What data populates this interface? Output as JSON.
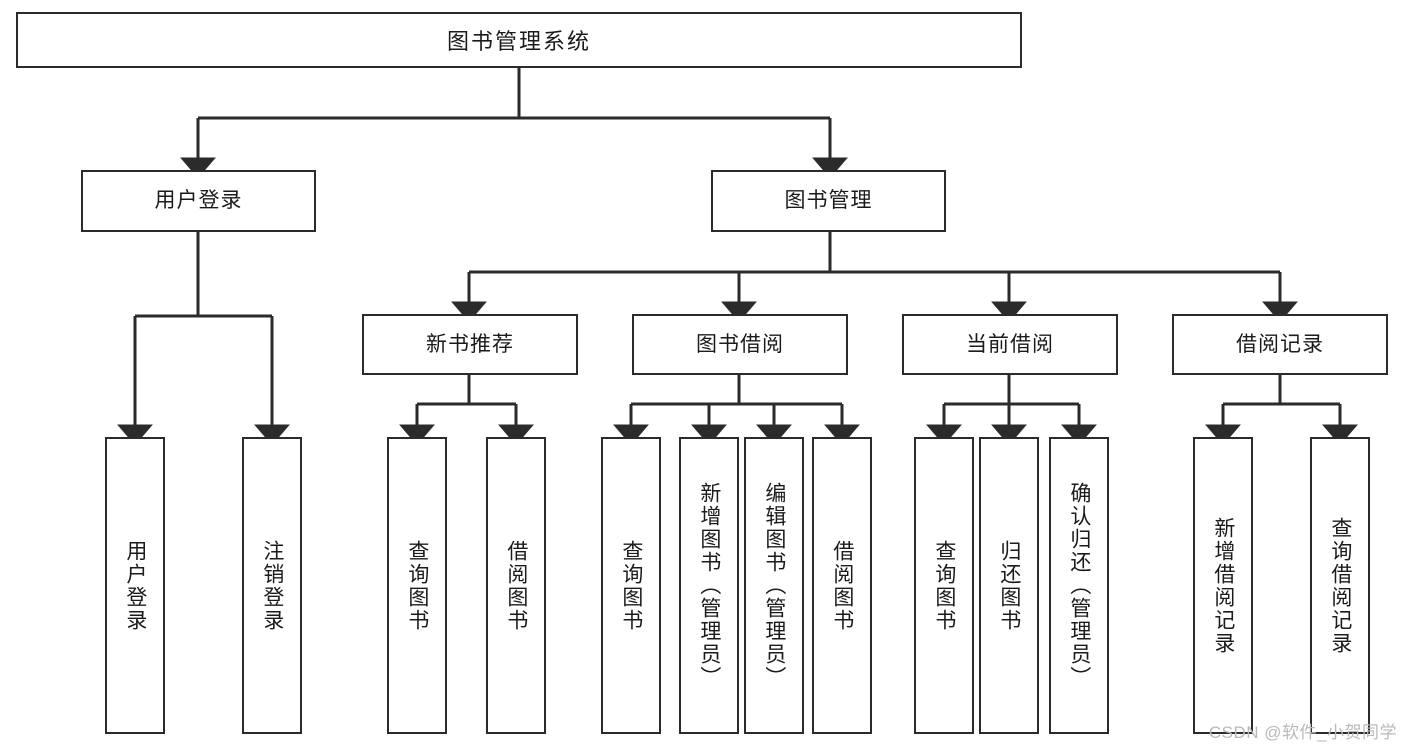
{
  "diagram": {
    "type": "tree-hierarchy",
    "title": "图书管理系统",
    "watermark": "CSDN @软件_小贺同学",
    "colors": {
      "box_border": "#2b2b2b",
      "box_fill": "#ffffff",
      "connector": "#2b2b2b",
      "text": "#1b1b1b",
      "watermark": "#b9b9b9"
    },
    "root": {
      "label": "图书管理系统"
    },
    "level1": [
      {
        "label": "用户登录"
      },
      {
        "label": "图书管理"
      }
    ],
    "level2": [
      {
        "label": "新书推荐"
      },
      {
        "label": "图书借阅"
      },
      {
        "label": "当前借阅"
      },
      {
        "label": "借阅记录"
      }
    ],
    "leaves": {
      "user_login": [
        {
          "label": "用户登录"
        },
        {
          "label": "注销登录"
        }
      ],
      "new_book": [
        {
          "label": "查询图书"
        },
        {
          "label": "借阅图书"
        }
      ],
      "book_borrow": [
        {
          "label": "查询图书"
        },
        {
          "label": "新增图书（管理员）"
        },
        {
          "label": "编辑图书（管理员）"
        },
        {
          "label": "借阅图书"
        }
      ],
      "current_borrow": [
        {
          "label": "查询图书"
        },
        {
          "label": "归还图书"
        },
        {
          "label": "确认归还（管理员）"
        }
      ],
      "borrow_record": [
        {
          "label": "新增借阅记录"
        },
        {
          "label": "查询借阅记录"
        }
      ]
    }
  }
}
